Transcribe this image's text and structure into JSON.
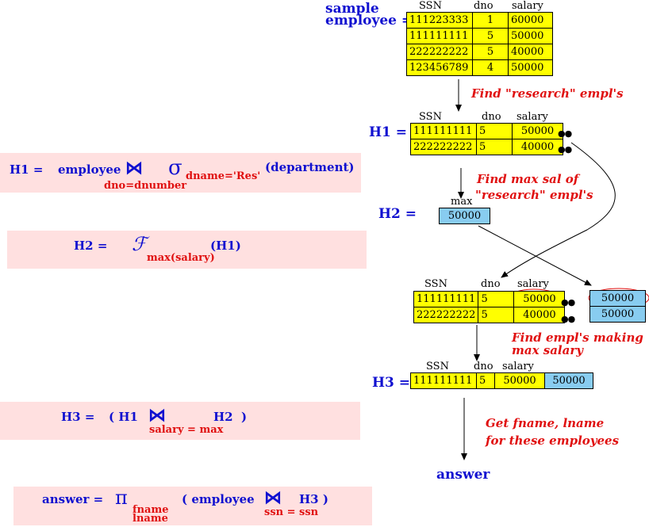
{
  "sample": {
    "label1": "sample",
    "label2": "employee =",
    "headers": [
      "SSN",
      "dno",
      "salary"
    ],
    "rows": [
      [
        "111223333",
        "1",
        "60000"
      ],
      [
        "111111111",
        "5",
        "50000"
      ],
      [
        "222222222",
        "5",
        "40000"
      ],
      [
        "123456789",
        "4",
        "50000"
      ]
    ]
  },
  "step1_note": "Find \"research\" empl's",
  "h1": {
    "label": "H1 =",
    "headers": [
      "SSN",
      "dno",
      "salary"
    ],
    "rows": [
      [
        "111111111",
        "5",
        "50000"
      ],
      [
        "222222222",
        "5",
        "40000"
      ]
    ]
  },
  "step2_note1": "Find max sal of",
  "step2_note2": "\"research\" empl's",
  "h2": {
    "label": "H2 =",
    "header": "max",
    "value": "50000"
  },
  "join": {
    "headers": [
      "SSN",
      "dno",
      "salary"
    ],
    "rows": [
      [
        "111111111",
        "5",
        "50000"
      ],
      [
        "222222222",
        "5",
        "40000"
      ]
    ],
    "max_values": [
      "50000",
      "50000"
    ]
  },
  "step3_note1": "Find empl's making",
  "step3_note2": "max salary",
  "h3": {
    "label": "H3 =",
    "headers": [
      "SSN",
      "dno",
      "salary"
    ],
    "row": [
      "111111111",
      "5",
      "50000",
      "50000"
    ]
  },
  "step4_note1": "Get fname, lname",
  "step4_note2": "for these employees",
  "answer_label": "answer",
  "formulas": {
    "f1": {
      "lhs": "H1 =",
      "emp": "employee",
      "join_sym": "⋈",
      "sub": "dno=dnumber",
      "sigma": "σ",
      "cond": "dname='Res'",
      "arg": "(department)"
    },
    "f2": {
      "lhs": "H2 =",
      "F": "ℱ",
      "sub": "max(salary)",
      "arg": "(H1)"
    },
    "f3": {
      "lhs": "H3 =",
      "open": "( H1",
      "join_sym": "⋈",
      "rhs": "H2  )",
      "sub": "salary = max"
    },
    "f4": {
      "lhs": "answer =",
      "pi": "π",
      "sub1": "fname",
      "sub2": "lname",
      "open": "( employee",
      "join_sym": "⋈",
      "rhs": "H3 )",
      "sub": "ssn = ssn"
    }
  },
  "colors": {
    "blue": "#1010d0",
    "red": "#e01010",
    "yellow": "#ffff00",
    "cyan": "#88ccf0",
    "pink": "#ffe0e0"
  }
}
